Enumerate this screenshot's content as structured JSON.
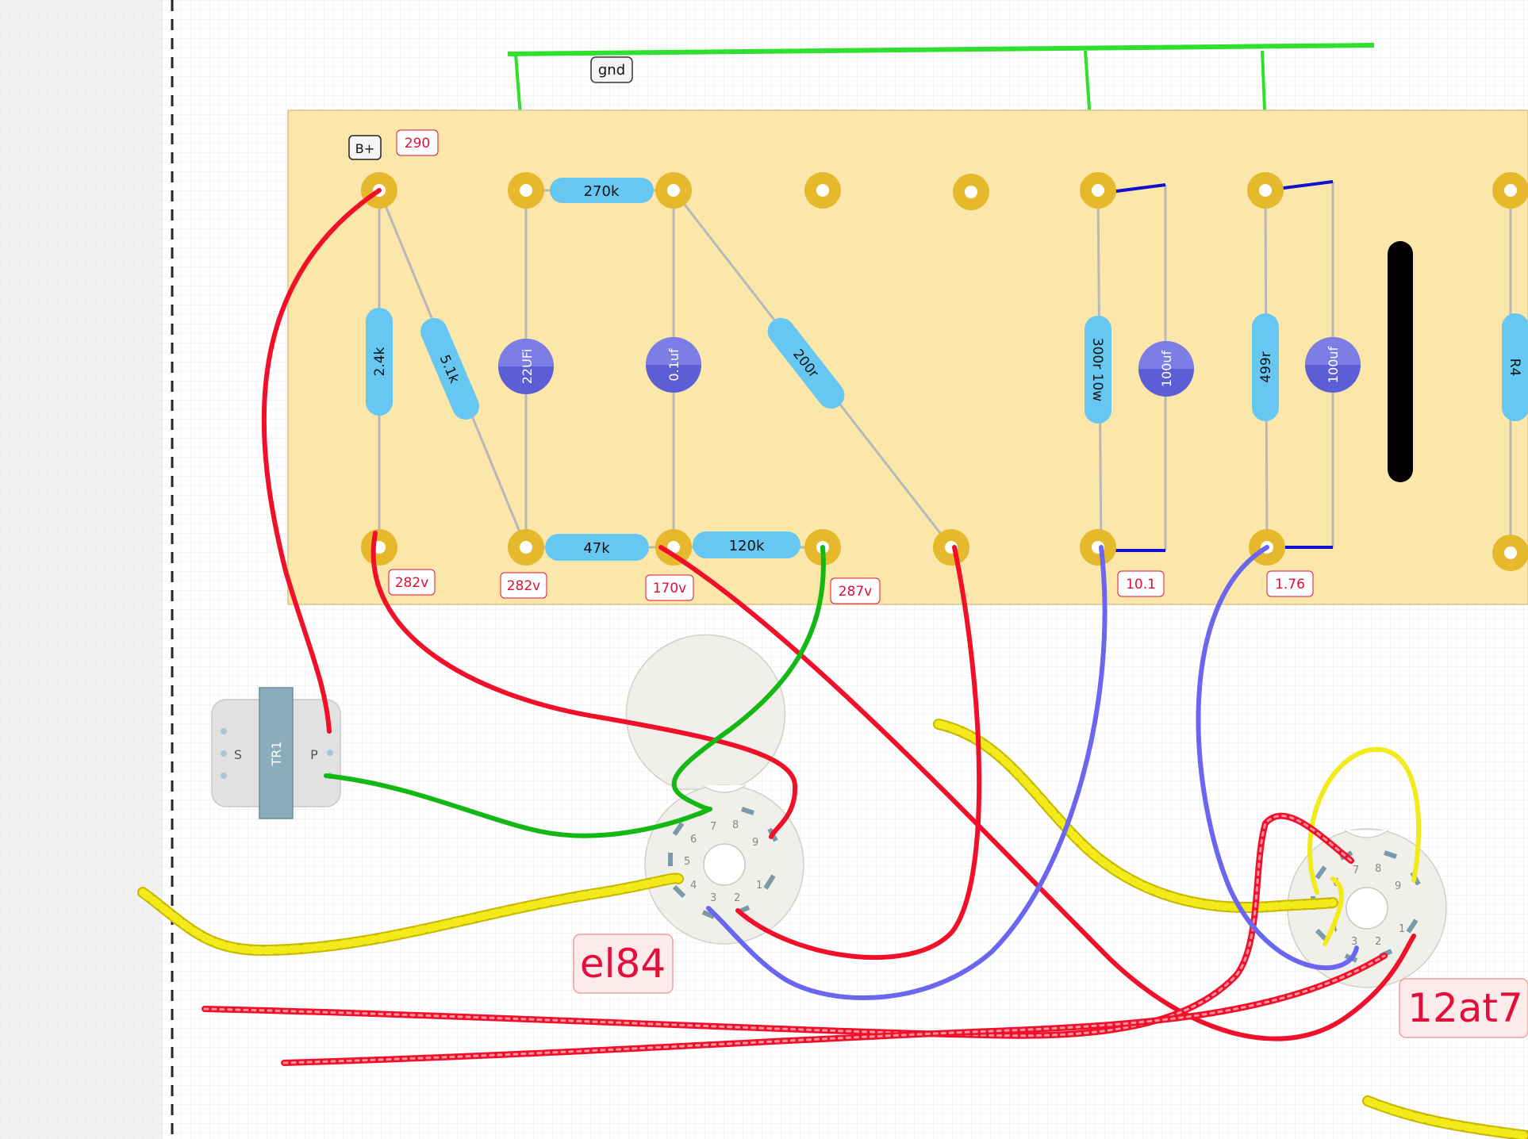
{
  "labels": {
    "gnd": "gnd",
    "bplus": "B+",
    "tube1": "el84",
    "tube2": "12at7",
    "transformer": "TR1",
    "tr_secondary": "S",
    "tr_primary": "P"
  },
  "voltages": {
    "v290": "290",
    "v282a": "282v",
    "v282b": "282v",
    "v170": "170v",
    "v287": "287v",
    "v10": "10.1",
    "v176": "1.76"
  },
  "components": {
    "r270k": "270k",
    "r2k4": "2.4k",
    "r5k1": "5.1k",
    "c22uf": "22UFi",
    "c01uf": "0.1uf",
    "r200r": "200r",
    "r47k": "47k",
    "r120k": "120k",
    "r300r": "300r 10w",
    "c100uf_a": "100uf",
    "r499r": "499r",
    "c100uf_b": "100uf",
    "r4": "R4"
  },
  "pins": {
    "el84": [
      "1",
      "2",
      "3",
      "4",
      "5",
      "6",
      "7",
      "8",
      "9"
    ],
    "at7": [
      "1",
      "2",
      "3",
      "4",
      "5",
      "6",
      "7",
      "8",
      "9"
    ]
  },
  "colors": {
    "board": "#fbe7a9",
    "pad": "#e6b82c",
    "red_wire": "#f0102a",
    "green_wire": "#1fcc1f",
    "gnd_bus": "#2fe02f",
    "blue_wire": "#6a66f0",
    "yellow_wire": "#f2ea1a",
    "resistor": "#66c8f2",
    "capacitor": "#5c5ed6",
    "voltage_text": "#e0103a"
  }
}
